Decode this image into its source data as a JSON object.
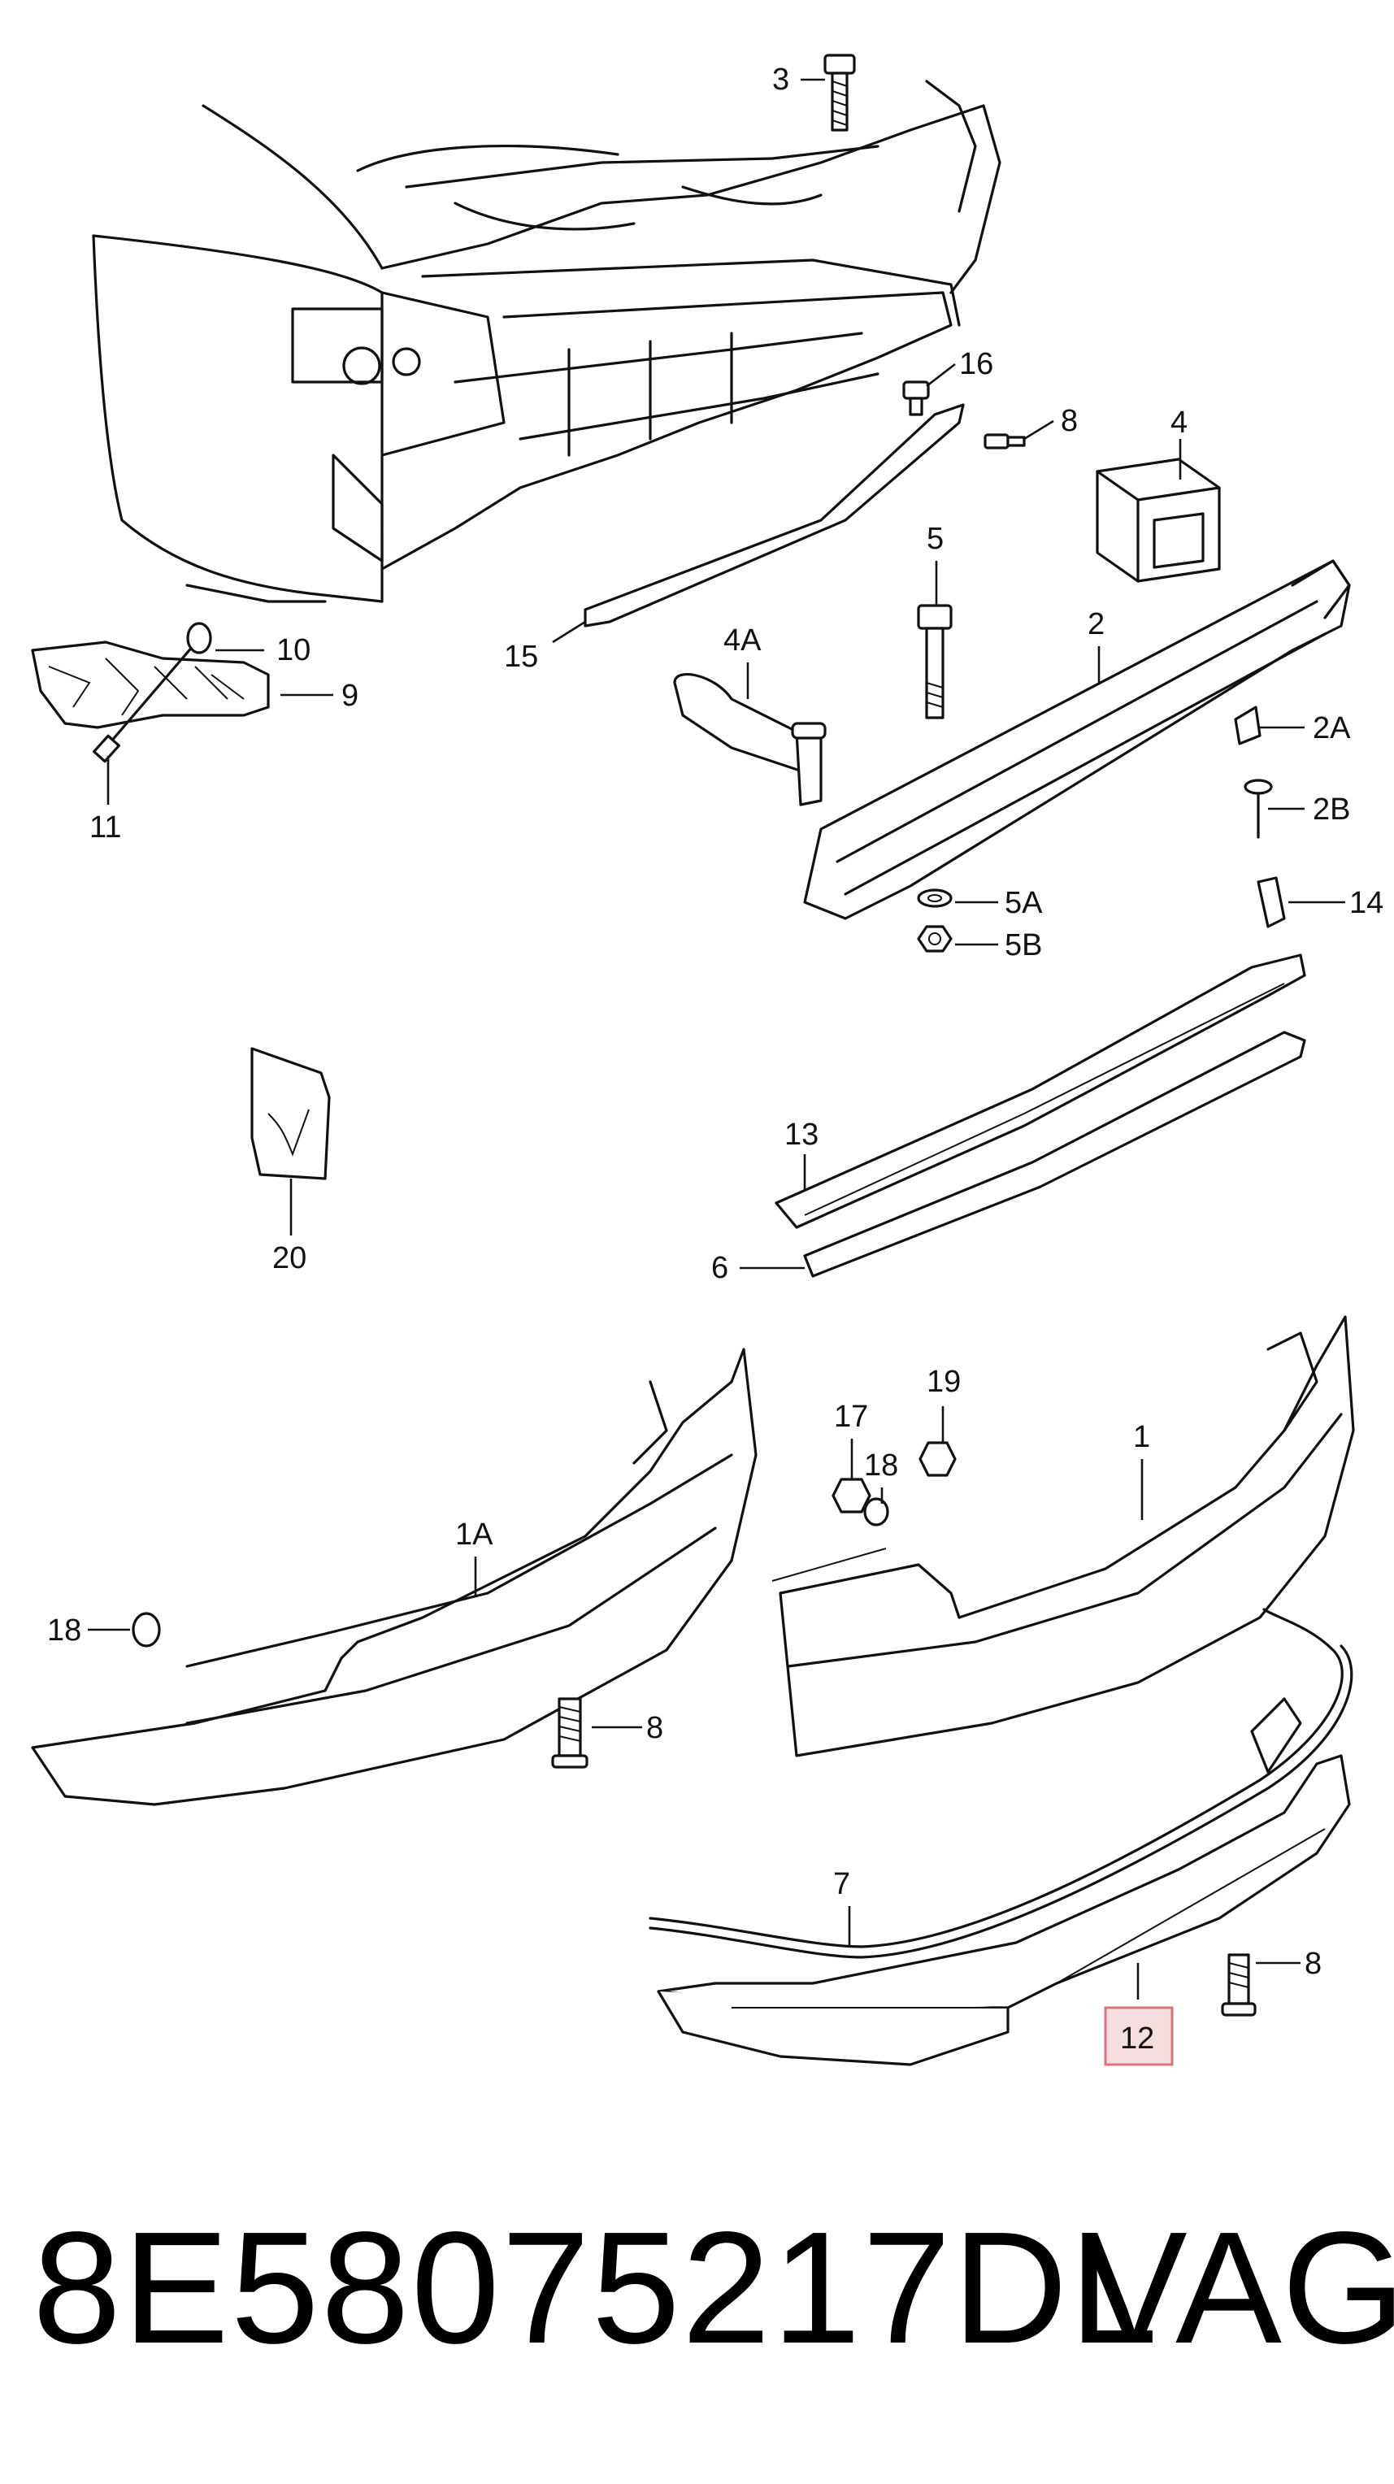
{
  "diagram": {
    "callouts": [
      "3",
      "16",
      "8",
      "4",
      "10",
      "9",
      "11",
      "15",
      "4A",
      "5",
      "2",
      "2A",
      "2B",
      "5A",
      "5B",
      "14",
      "20",
      "13",
      "6",
      "17",
      "19",
      "18",
      "1",
      "1A",
      "18",
      "8",
      "7",
      "8",
      "12"
    ],
    "highlighted_callout": "12",
    "highlight_color": "#f7dede"
  },
  "footer": {
    "part_number": "8E58075217DL",
    "brand": "VAG"
  }
}
